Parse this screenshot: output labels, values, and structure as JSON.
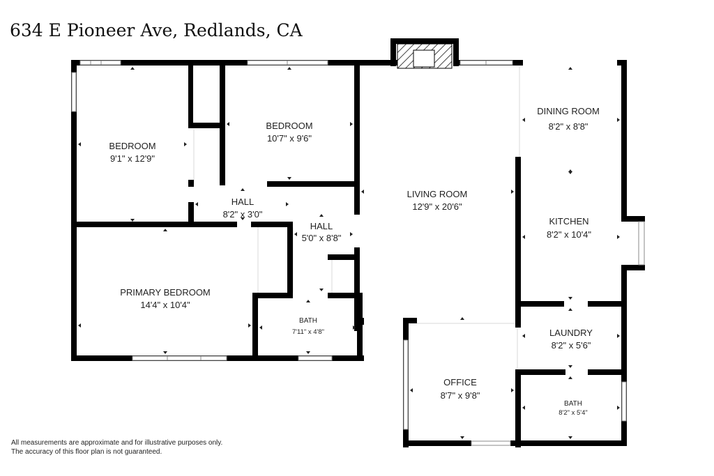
{
  "title": "634 E Pioneer Ave, Redlands, CA",
  "rooms": [
    {
      "id": "bedroom-1",
      "name": "BEDROOM",
      "dim": "9'1\" x 12'9\""
    },
    {
      "id": "bedroom-2",
      "name": "BEDROOM",
      "dim": "10'7\" x 9'6\""
    },
    {
      "id": "hall-1",
      "name": "HALL",
      "dim": "8'2\" x 3'0\""
    },
    {
      "id": "hall-2",
      "name": "HALL",
      "dim": "5'0\" x 8'8\""
    },
    {
      "id": "primary-bedroom",
      "name": "PRIMARY BEDROOM",
      "dim": "14'4\" x 10'4\""
    },
    {
      "id": "bath-1",
      "name": "BATH",
      "dim": "7'11\" x 4'8\""
    },
    {
      "id": "living-room",
      "name": "LIVING ROOM",
      "dim": "12'9\" x 20'6\""
    },
    {
      "id": "dining-room",
      "name": "DINING ROOM",
      "dim": "8'2\" x 8'8\""
    },
    {
      "id": "kitchen",
      "name": "KITCHEN",
      "dim": "8'2\" x 10'4\""
    },
    {
      "id": "laundry",
      "name": "LAUNDRY",
      "dim": "8'2\" x 5'6\""
    },
    {
      "id": "office",
      "name": "OFFICE",
      "dim": "8'7\" x 9'8\""
    },
    {
      "id": "bath-2",
      "name": "BATH",
      "dim": "8'2\" x 5'4\""
    }
  ],
  "disclaimer": {
    "line1": "All measurements are approximate and for illustrative purposes only.",
    "line2": "The accuracy of this floor plan is not guaranteed."
  }
}
